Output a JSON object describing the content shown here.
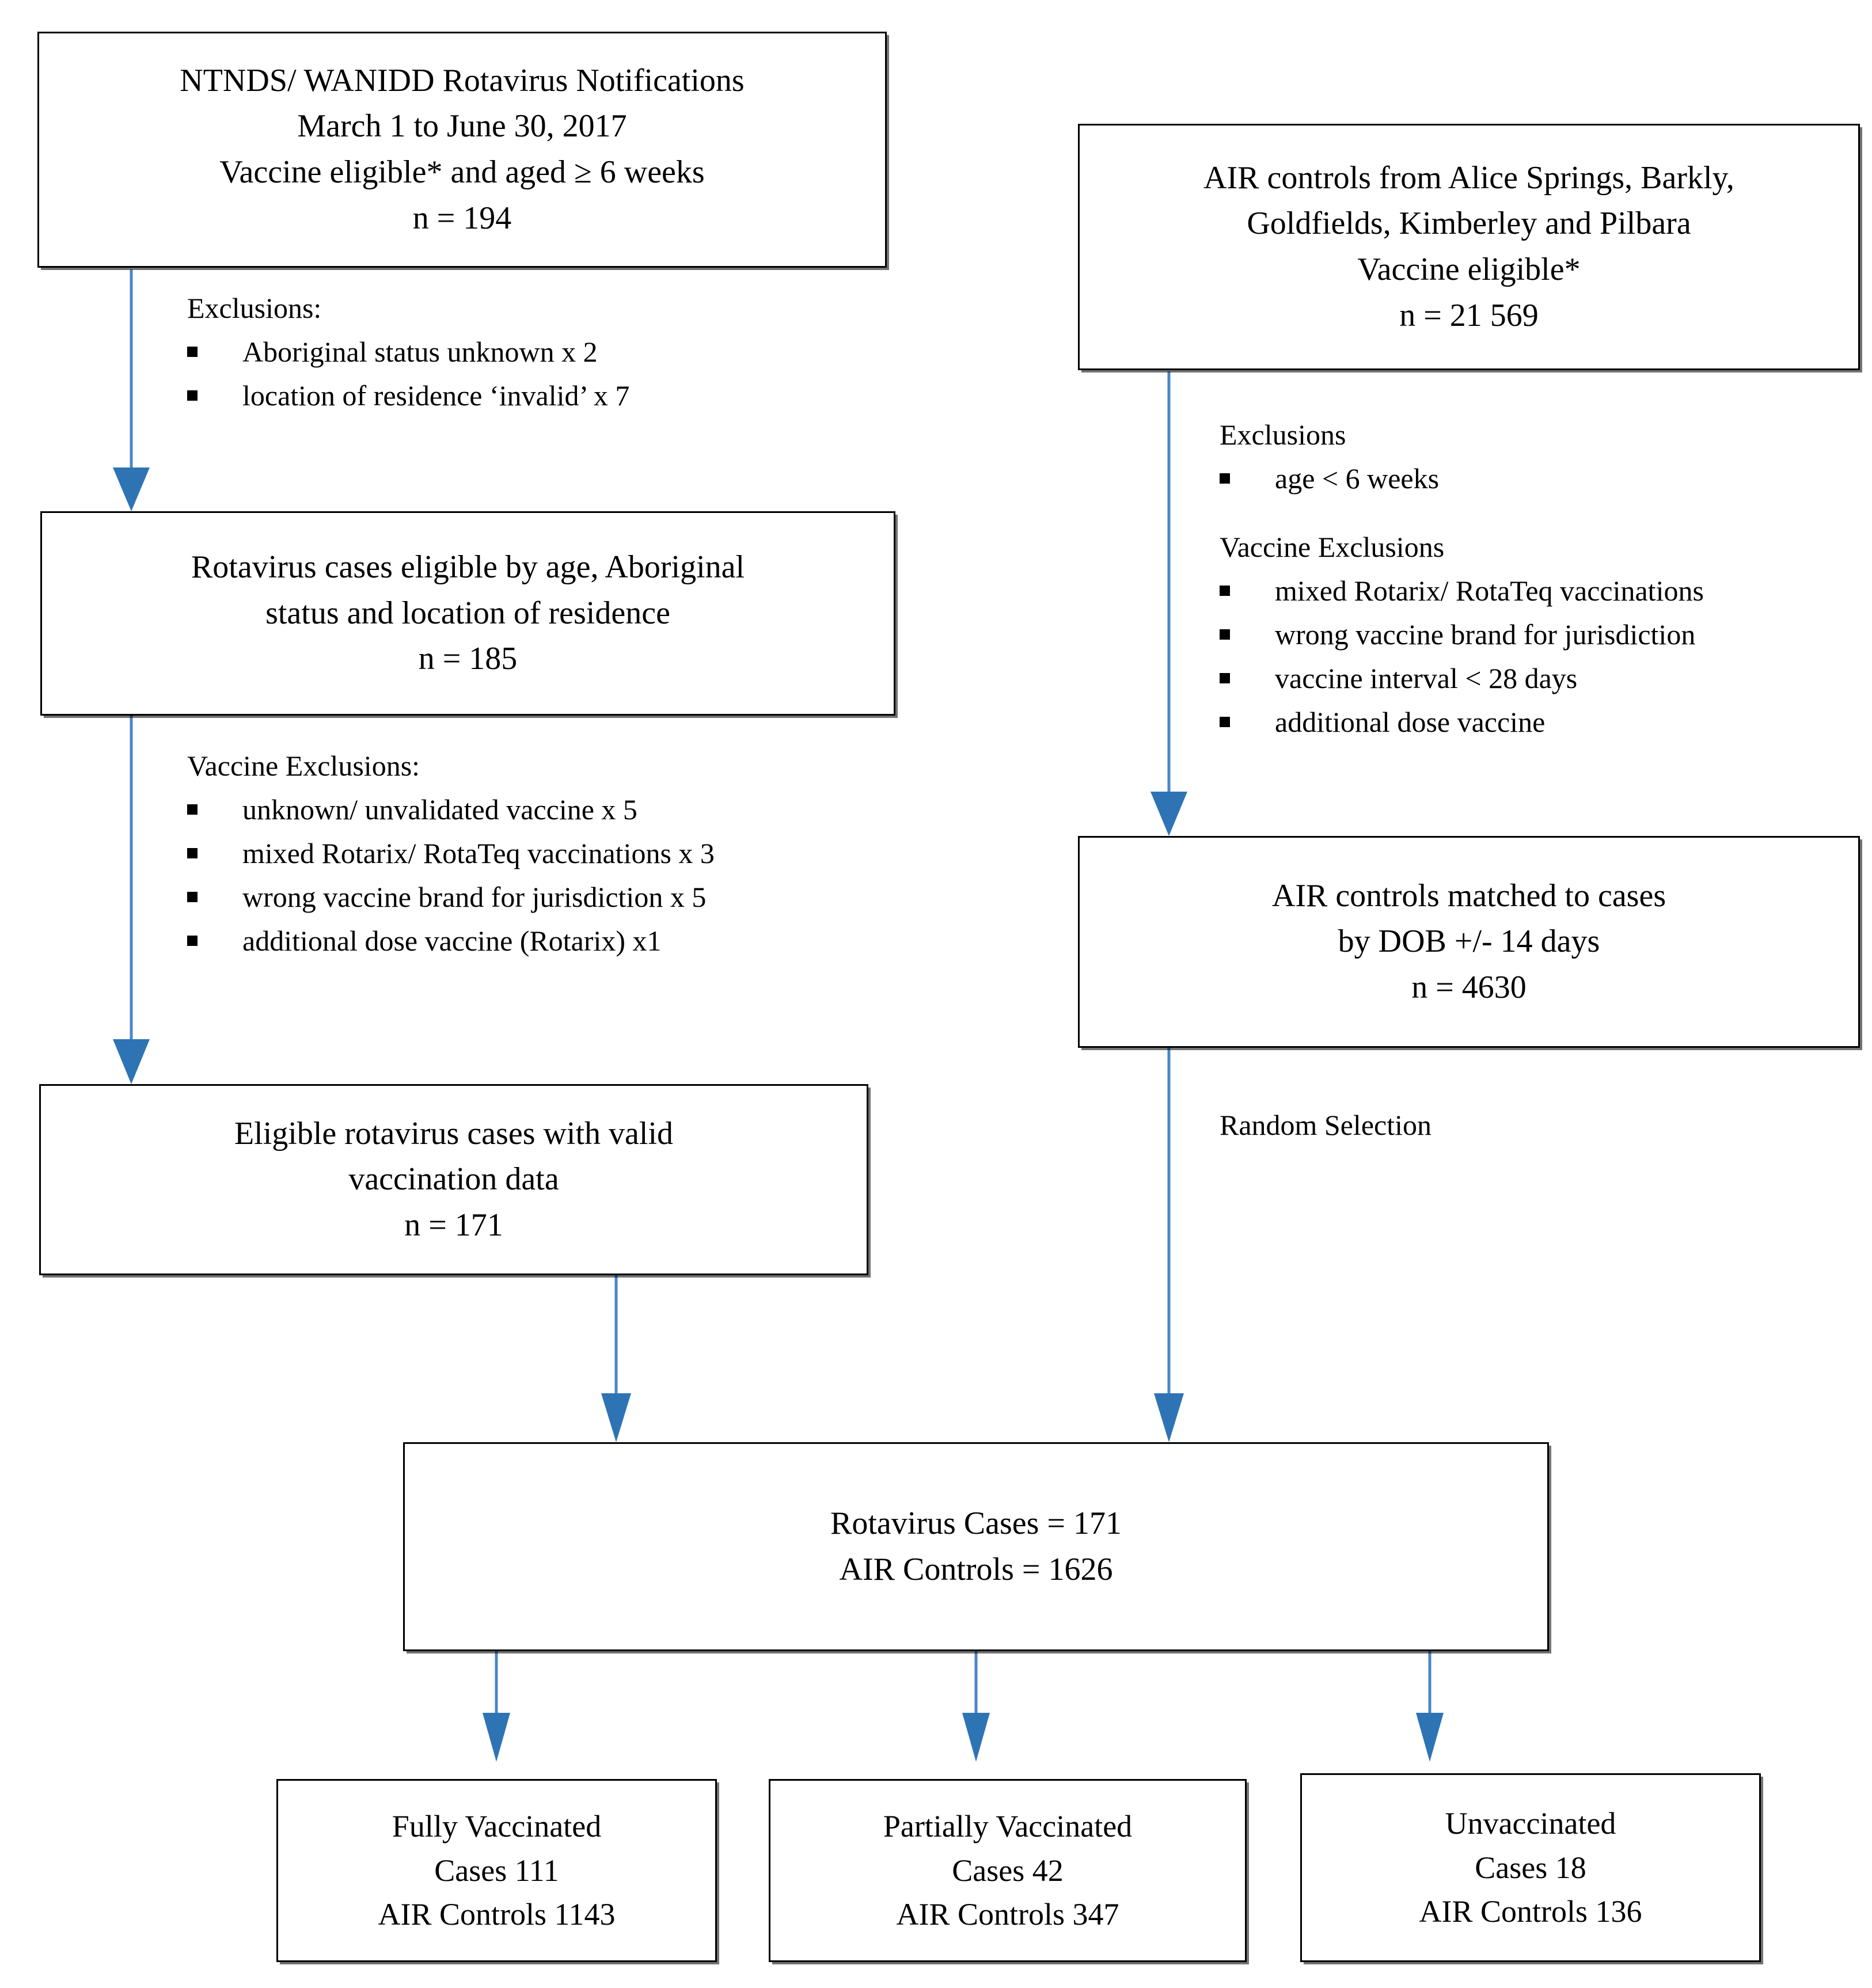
{
  "accent_color": "#2E74B5",
  "connector_color": "#4A86C8",
  "boxes": {
    "source_cases": {
      "lines": [
        "NTNDS/ WANIDD Rotavirus Notifications",
        "March 1 to June 30, 2017",
        "Vaccine eligible* and aged ≥ 6 weeks",
        "n = 194"
      ]
    },
    "source_controls": {
      "lines": [
        "AIR controls from Alice Springs, Barkly,",
        "Goldfields, Kimberley and Pilbara",
        "Vaccine eligible*",
        "n = 21 569"
      ]
    },
    "eligible_cases": {
      "lines": [
        "Rotavirus cases eligible by age, Aboriginal",
        "status and location of residence",
        "n = 185"
      ]
    },
    "matched_controls": {
      "lines": [
        "AIR controls matched to cases",
        "by DOB +/- 14 days",
        "n = 4630"
      ]
    },
    "valid_cases": {
      "lines": [
        "Eligible rotavirus cases with valid",
        "vaccination data",
        "n = 171"
      ]
    },
    "combined": {
      "lines": [
        "Rotavirus Cases = 171",
        "AIR Controls = 1626"
      ]
    },
    "fully_vaccinated": {
      "lines": [
        "Fully Vaccinated",
        "Cases 111",
        "AIR Controls 1143"
      ]
    },
    "partially_vaccinated": {
      "lines": [
        "Partially Vaccinated",
        "Cases 42",
        "AIR Controls 347"
      ]
    },
    "unvaccinated": {
      "lines": [
        "Unvaccinated",
        "Cases 18",
        "AIR Controls 136"
      ]
    }
  },
  "annotations": {
    "case_exclusions": {
      "heading": "Exclusions:",
      "items": [
        "Aboriginal status unknown x 2",
        "location of residence ‘invalid’ x 7"
      ]
    },
    "case_vaccine_exclusions": {
      "heading": "Vaccine Exclusions:",
      "items": [
        "unknown/ unvalidated vaccine x 5",
        "mixed Rotarix/ RotaTeq vaccinations x 3",
        "wrong vaccine brand for jurisdiction x 5",
        "additional dose vaccine (Rotarix) x1"
      ]
    },
    "control_exclusions": {
      "heading": "Exclusions",
      "items": [
        "age < 6 weeks"
      ]
    },
    "control_vaccine_exclusions": {
      "heading": "Vaccine Exclusions",
      "items": [
        "mixed Rotarix/ RotaTeq vaccinations",
        "wrong vaccine brand for jurisdiction",
        "vaccine interval < 28 days",
        "additional dose vaccine"
      ]
    },
    "random_selection_label": "Random Selection"
  }
}
